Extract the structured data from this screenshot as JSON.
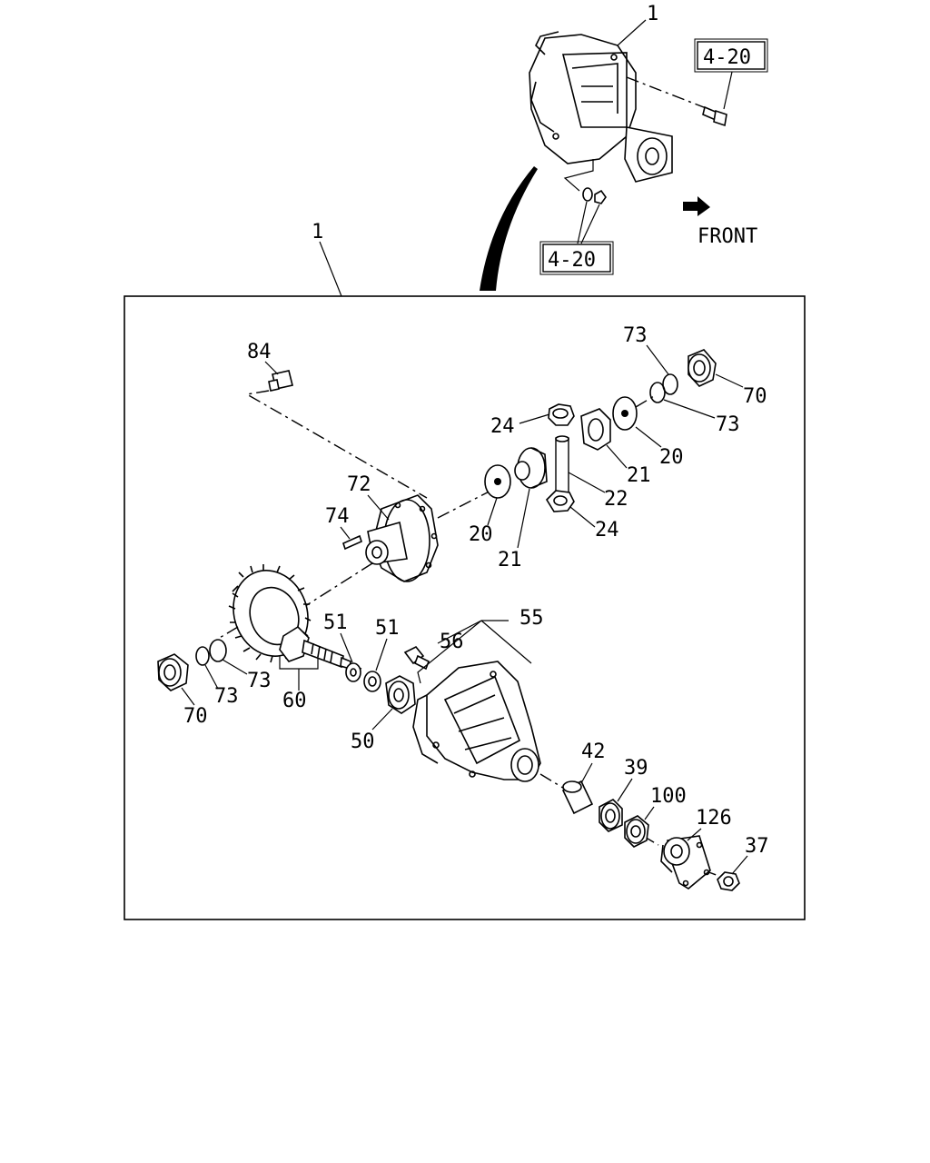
{
  "labels": {
    "top_assembly": "1",
    "box_assembly": "1",
    "p84": "84",
    "p73a": "73",
    "p70a": "70",
    "p73b": "73",
    "p24a": "24",
    "p20a": "20",
    "p21a": "21",
    "p22": "22",
    "p24b": "24",
    "p72": "72",
    "p74": "74",
    "p20b": "20",
    "p21b": "21",
    "p51a": "51",
    "p51b": "51",
    "p56": "56",
    "p55": "55",
    "p73c": "73",
    "p73d": "73",
    "p60": "60",
    "p70b": "70",
    "p50": "50",
    "p42": "42",
    "p39": "39",
    "p100": "100",
    "p126": "126",
    "p37": "37"
  },
  "refs": {
    "ref_bolt": "4-20",
    "ref_nut": "4-20"
  },
  "front_label": "FRONT"
}
